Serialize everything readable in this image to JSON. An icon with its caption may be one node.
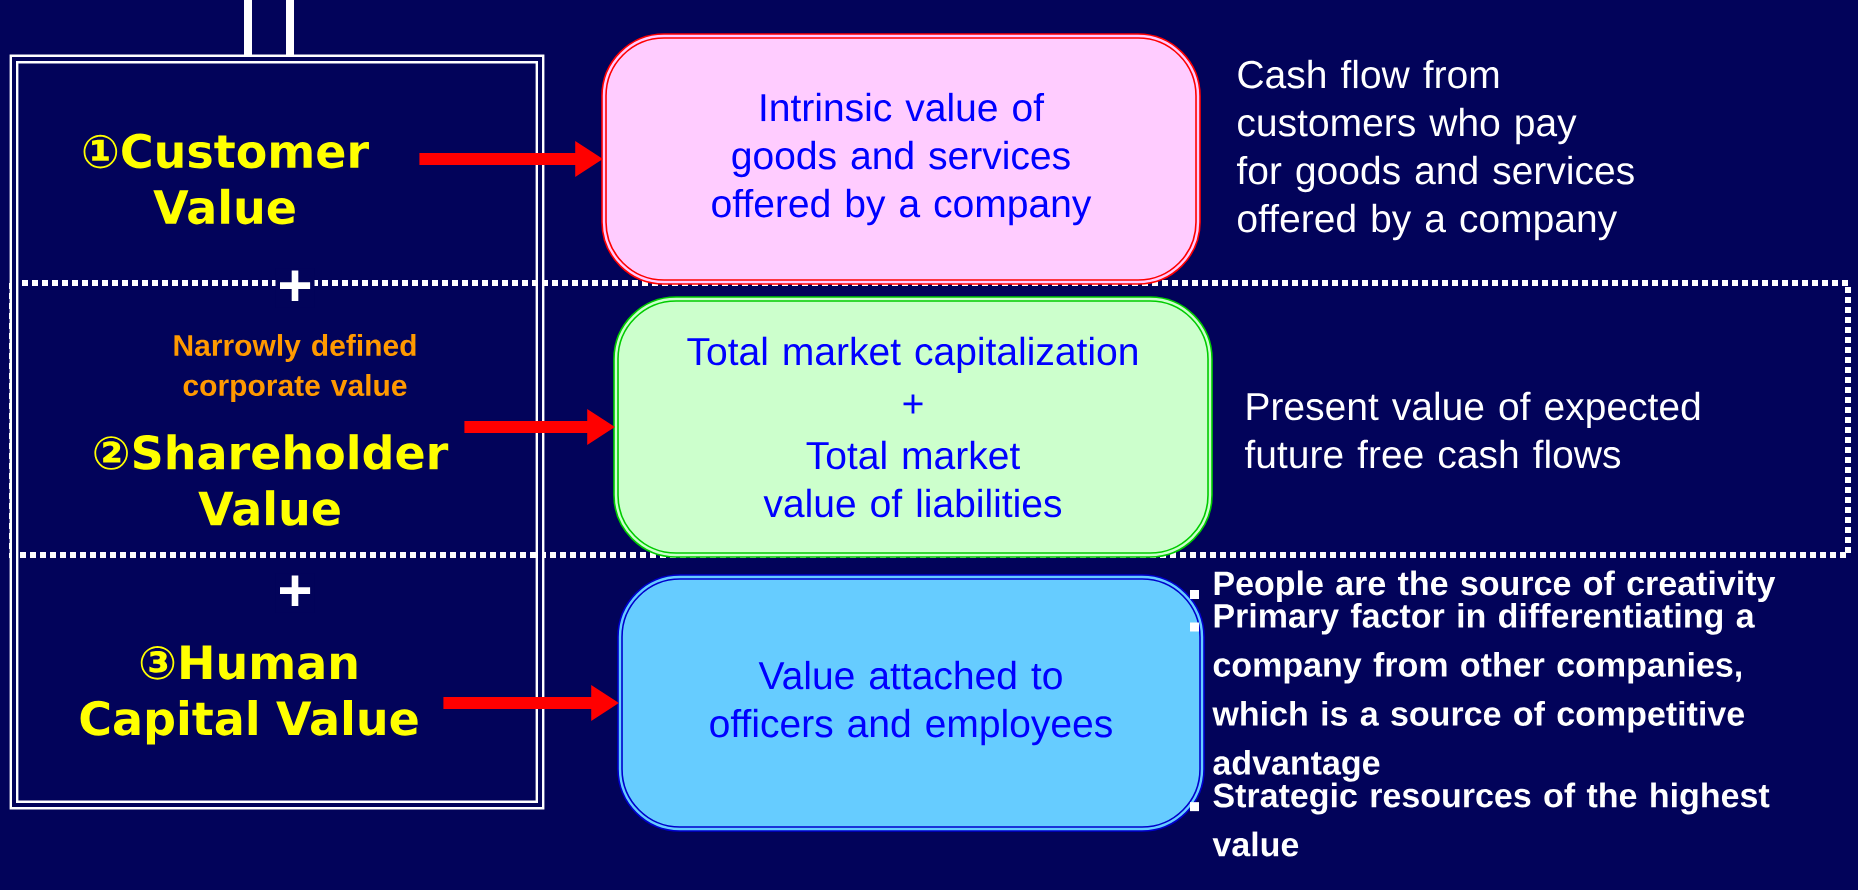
{
  "diagram": {
    "nodes": [
      {
        "text": [],
        "shape": "box"
      },
      {
        "text": [
          "①Customer Value"
        ],
        "in": 0
      },
      {
        "text": [
          "②Shareholder Value"
        ],
        "in": 0
      },
      {
        "text": [
          "③Human Capital Value"
        ],
        "in": 0
      },
      {
        "text": [
          "Intrinsic value of goods and services offered by a company"
        ],
        "beside": [
          "Cash flow from customers who pay for goods and services offered by a company"
        ]
      },
      {
        "text": [
          "Total market capitalization",
          "+",
          "Total market value of liabilities"
        ],
        "beside": [
          "Present value of expected future free cash flows"
        ]
      },
      {
        "text": [
          "Value attached to officers and employees"
        ],
        "beside": [
          "People are the source of creativity",
          "Primary factor in differentiating a company from other companies, which is a source of competitive advantage",
          "Strategic resources of the highest value"
        ]
      }
    ],
    "edges": [
      {
        "from": 1,
        "to": 4,
        "arrow": "to"
      },
      {
        "from": 2,
        "to": 5,
        "arrow": "to"
      },
      {
        "from": 3,
        "to": 6,
        "arrow": "to"
      }
    ],
    "labels": [
      "+",
      "Narrowly defined corporate value",
      "+"
    ]
  }
}
